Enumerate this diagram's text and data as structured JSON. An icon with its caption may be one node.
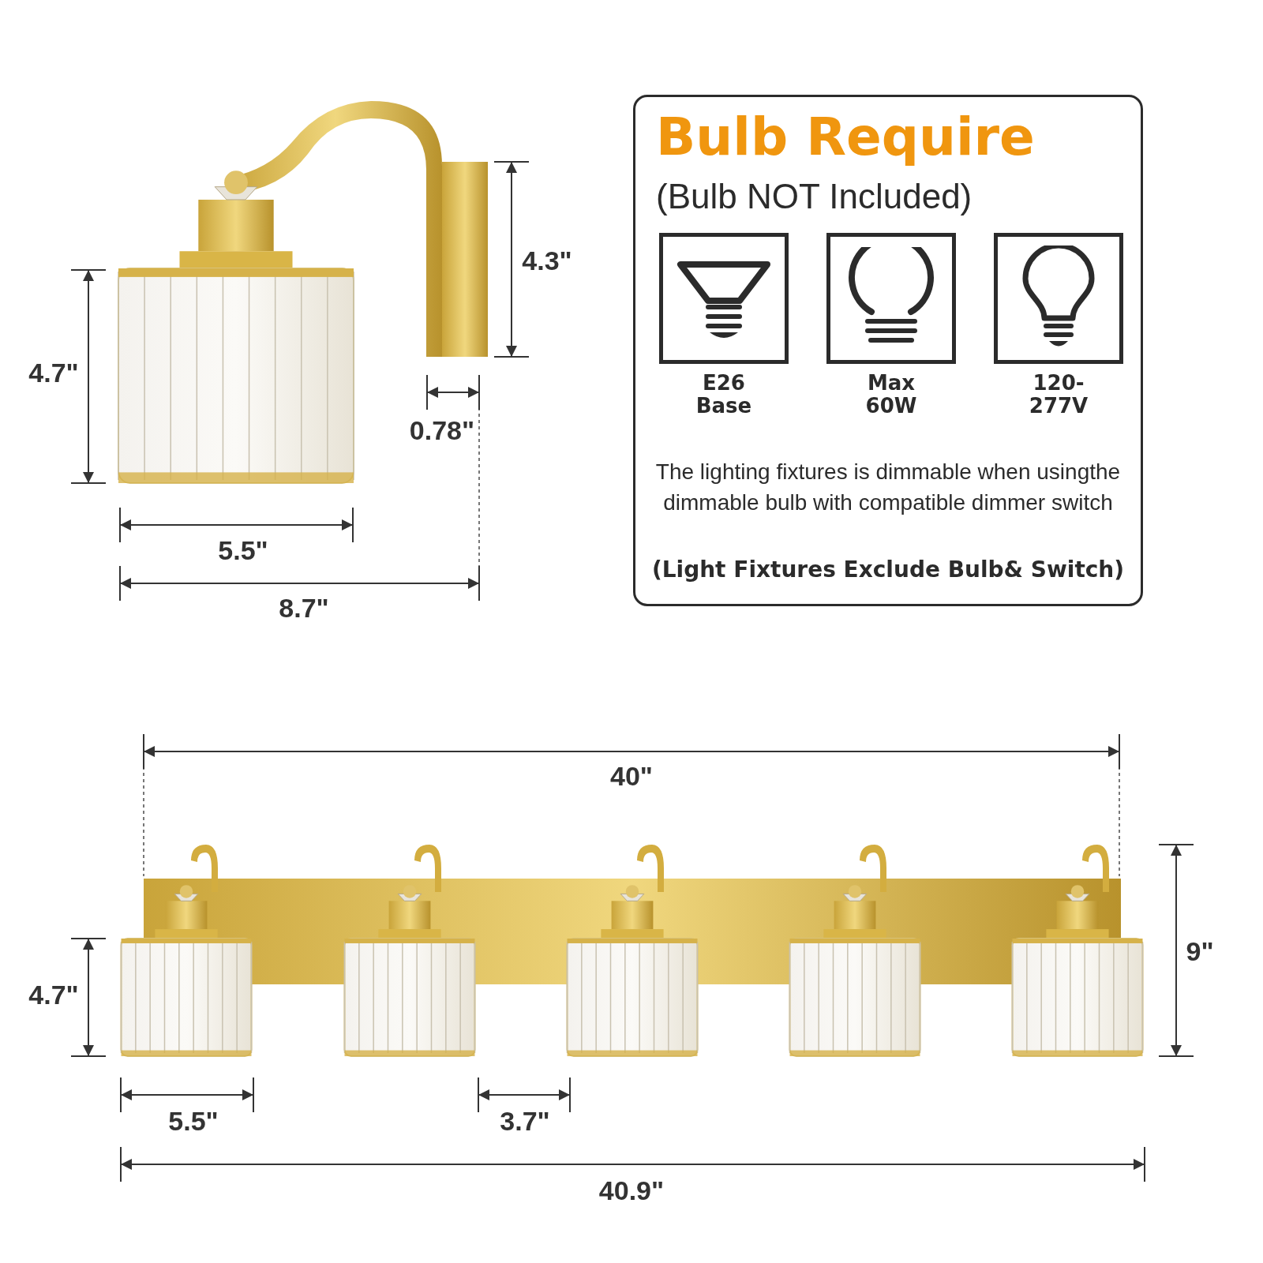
{
  "diagram": {
    "nodes": [
      {
        "text": [
          "Bulb Require",
          "(Bulb NOT Included)",
          "The lighting fixtures is dimmable when usingthe dimmable bulb with compatible dimmer switch",
          "(Light Fixtures Exclude Bulb& Switch)"
        ]
      },
      {
        "text": [
          "E26 Base"
        ],
        "in": 0
      },
      {
        "text": [
          "Max 60W"
        ],
        "in": 0
      },
      {
        "text": [
          "120-277V"
        ],
        "in": 0
      }
    ],
    "labels": [
      "4.3\"",
      "4.7\"",
      "0.78\"",
      "5.5\"",
      "8.7\"",
      "40\"",
      "9\"",
      "4.7\"",
      "5.5\"",
      "3.7\"",
      "40.9\""
    ]
  }
}
